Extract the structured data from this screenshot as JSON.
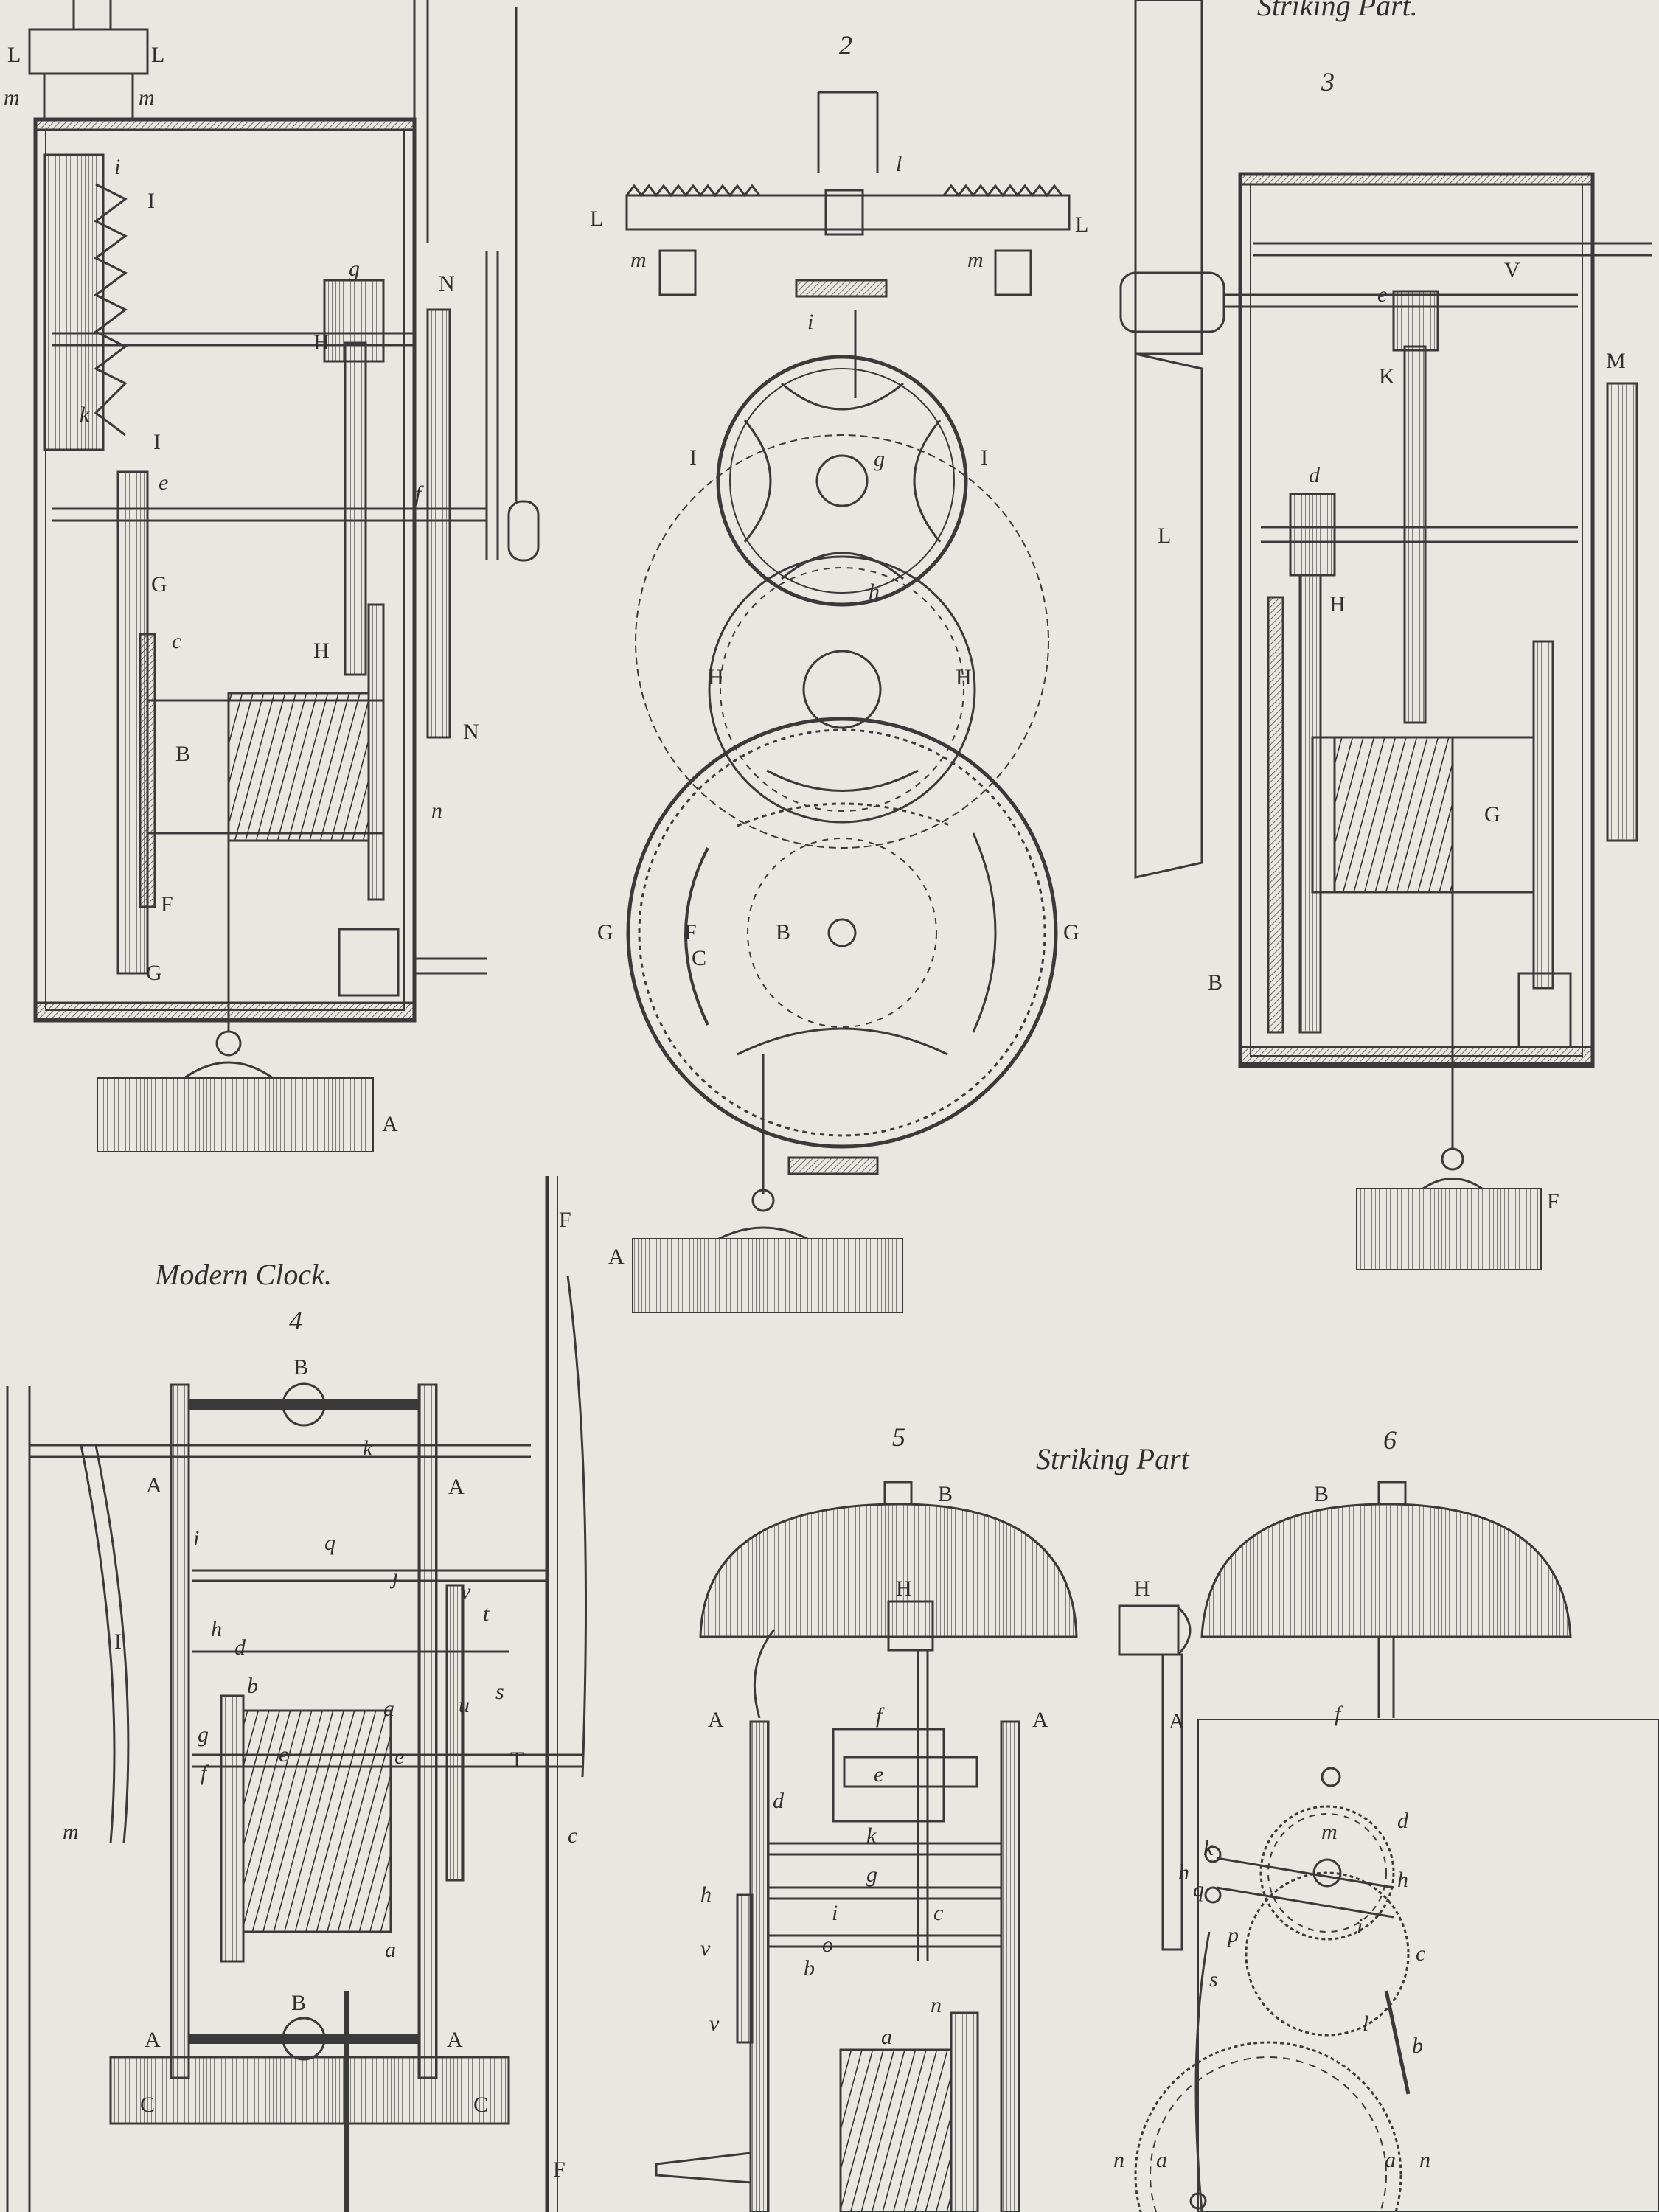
{
  "captions": {
    "top_right_partial": "Striking Part.",
    "modern_clock": "Modern Clock.",
    "striking_part": "Striking Part"
  },
  "figure_numbers": {
    "fig2": "2",
    "fig3": "3",
    "fig4": "4",
    "fig5": "5",
    "fig6": "6"
  },
  "labels": {
    "fig1": [
      "L",
      "L",
      "m",
      "m",
      "i",
      "I",
      "g",
      "N",
      "H",
      "k",
      "I",
      "e",
      "f",
      "G",
      "H",
      "c",
      "N",
      "B",
      "n",
      "F",
      "G",
      "A"
    ],
    "fig2": [
      "l",
      "L",
      "L",
      "m",
      "m",
      "i",
      "I",
      "g",
      "I",
      "h",
      "H",
      "H",
      "G",
      "F",
      "C",
      "B",
      "G",
      "A"
    ],
    "fig3": [
      "V",
      "e",
      "K",
      "M",
      "d",
      "L",
      "H",
      "G",
      "B",
      "F"
    ],
    "fig4": [
      "B",
      "k",
      "A",
      "A",
      "i",
      "q",
      "j",
      "v",
      "t",
      "I",
      "h",
      "d",
      "b",
      "s",
      "a",
      "u",
      "g",
      "f",
      "e",
      "e",
      "T",
      "m",
      "c",
      "a",
      "B",
      "A",
      "A",
      "C",
      "C",
      "F",
      "F"
    ],
    "fig5": [
      "B",
      "H",
      "f",
      "A",
      "A",
      "e",
      "d",
      "k",
      "g",
      "h",
      "i",
      "c",
      "v",
      "o",
      "b",
      "v",
      "n",
      "a"
    ],
    "fig6": [
      "B",
      "H",
      "A",
      "f",
      "d",
      "m",
      "k",
      "h",
      "h",
      "q",
      "i",
      "c",
      "p",
      "s",
      "l",
      "b",
      "n",
      "a",
      "a",
      "n"
    ]
  },
  "colors": {
    "paper": "#e9e7e2",
    "ink": "#3a3a3a"
  }
}
